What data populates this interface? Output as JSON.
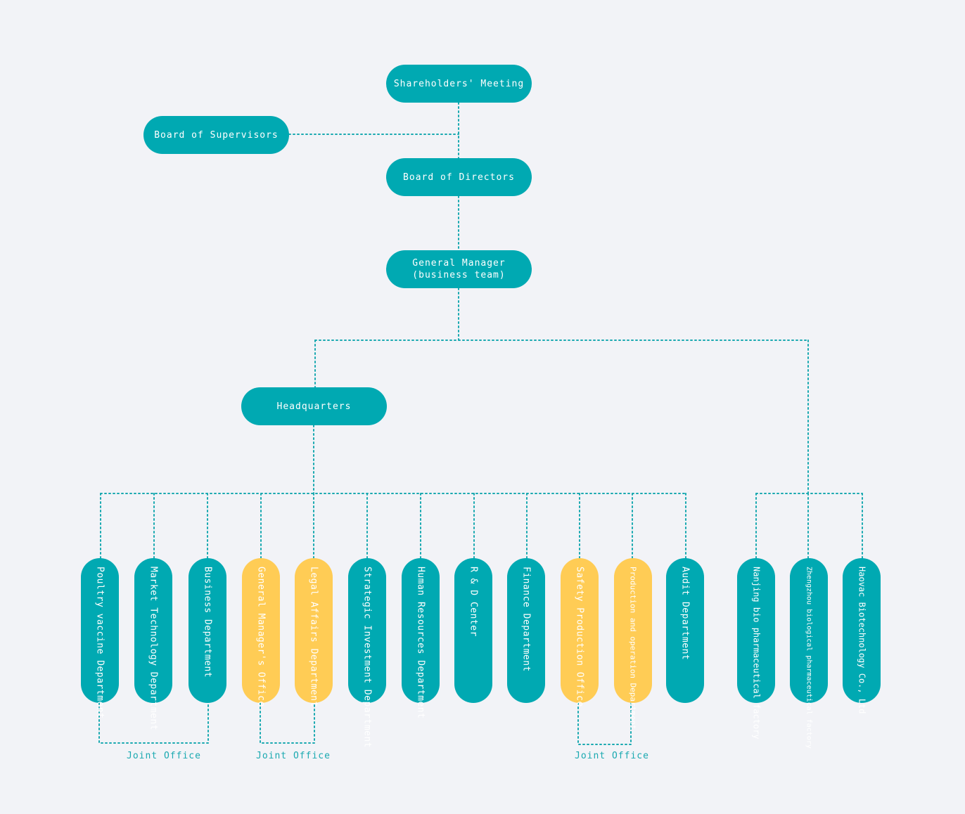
{
  "colors": {
    "teal": "#00a9b2",
    "yellow": "#ffcc55",
    "connector": "#1aa9b0",
    "background": "#f2f3f7"
  },
  "top": {
    "shareholders": "Shareholders' Meeting",
    "supervisors": "Board of Supervisors",
    "directors": "Board of Directors",
    "general_manager": "General Manager\n(business team)",
    "headquarters": "Headquarters"
  },
  "departments": [
    {
      "label": "Poultry vaccine Department",
      "color": "teal"
    },
    {
      "label": "Market Technology Department",
      "color": "teal"
    },
    {
      "label": "Business Department",
      "color": "teal"
    },
    {
      "label": "General Manager's Office",
      "color": "yellow"
    },
    {
      "label": "Legal Affairs Department",
      "color": "yellow"
    },
    {
      "label": "Strategic Investment Department",
      "color": "teal"
    },
    {
      "label": "Human Resources Department",
      "color": "teal"
    },
    {
      "label": "R & D Center",
      "color": "teal"
    },
    {
      "label": "Finance Department",
      "color": "teal"
    },
    {
      "label": "Safety Production Office",
      "color": "yellow"
    },
    {
      "label": "Production and operation Department",
      "color": "yellow"
    },
    {
      "label": "Audit Department",
      "color": "teal"
    }
  ],
  "subsidiaries": [
    {
      "label": "Nanjing bio pharmaceutical factory",
      "color": "teal"
    },
    {
      "label": "Zhengzhou biological pharmaceutical factory",
      "color": "teal"
    },
    {
      "label": "Haovac Biotechnology Co., Ltd",
      "color": "teal"
    }
  ],
  "joint_offices": [
    "Joint Office",
    "Joint Office",
    "Joint Office"
  ]
}
